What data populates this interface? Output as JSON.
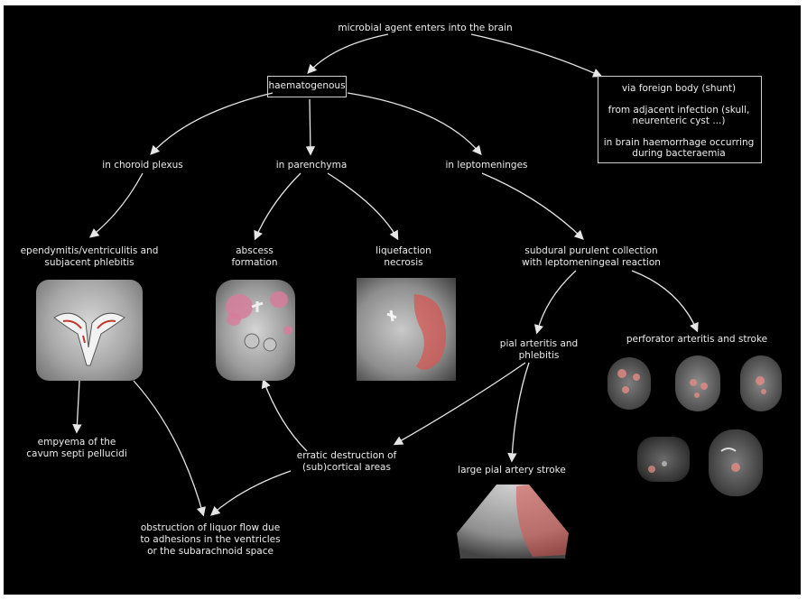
{
  "nodes": {
    "root": "microbial agent enters into the brain",
    "haematogenous": "haematogenous",
    "other_routes": {
      "foreign_body": "via foreign body (shunt)",
      "adjacent_line1": "from adjacent infection (skull,",
      "adjacent_line2": "neurenteric cyst ...)",
      "haemorrhage_line1": "in brain haemorrhage occurring",
      "haemorrhage_line2": "during bacteraemia"
    },
    "choroid_plexus": "in choroid plexus",
    "parenchyma": "in parenchyma",
    "leptomeninges": "in leptomeninges",
    "ependymitis_line1": "ependymitis/ventriculitis and",
    "ependymitis_line2": "subjacent phlebitis",
    "abscess_line1": "abscess",
    "abscess_line2": "formation",
    "liquefaction_line1": "liquefaction",
    "liquefaction_line2": "necrosis",
    "subdural_line1": "subdural purulent collection",
    "subdural_line2": "with leptomeningeal reaction",
    "pial_arteritis_line1": "pial arteritis and",
    "pial_arteritis_line2": "phlebitis",
    "perforator": "perforator arteritis and stroke",
    "empyema_line1": "empyema of the",
    "empyema_line2": "cavum septi pellucidi",
    "erratic_line1": "erratic destruction of",
    "erratic_line2": "(sub)cortical areas",
    "large_pial": "large pial artery stroke",
    "obstruction_line1": "obstruction of liquor flow due",
    "obstruction_line2": "to adhesions in the ventricles",
    "obstruction_line3": "or the subarachnoid space"
  },
  "colors": {
    "background": "#000000",
    "text": "#ececec",
    "arrow": "#e6e6e6",
    "highlight": "#d9534f"
  }
}
